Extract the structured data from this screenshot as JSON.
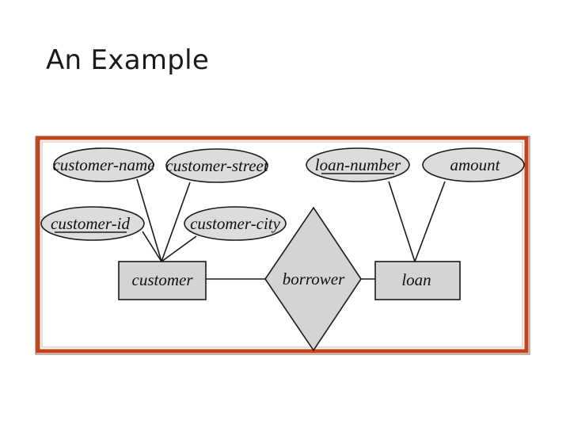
{
  "slide": {
    "title": "An Example"
  },
  "diagram": {
    "entities": [
      {
        "id": "customer",
        "label": "customer"
      },
      {
        "id": "loan",
        "label": "loan"
      }
    ],
    "relationships": [
      {
        "id": "borrower",
        "label": "borrower",
        "connects": [
          "customer",
          "loan"
        ]
      }
    ],
    "attributes": [
      {
        "id": "customer-name",
        "label": "customer-name",
        "entity": "customer",
        "primary_key": false
      },
      {
        "id": "customer-street",
        "label": "customer-street",
        "entity": "customer",
        "primary_key": false
      },
      {
        "id": "customer-id",
        "label": "customer-id",
        "entity": "customer",
        "primary_key": true
      },
      {
        "id": "customer-city",
        "label": "customer-city",
        "entity": "customer",
        "primary_key": false
      },
      {
        "id": "loan-number",
        "label": "loan-number",
        "entity": "loan",
        "primary_key": true
      },
      {
        "id": "amount",
        "label": "amount",
        "entity": "loan",
        "primary_key": false
      }
    ]
  },
  "colors": {
    "frame": "#c0441c",
    "shape_fill": "#d4d4d4",
    "ellipse_fill": "#dcdcdc",
    "stroke": "#1a1a1a"
  }
}
